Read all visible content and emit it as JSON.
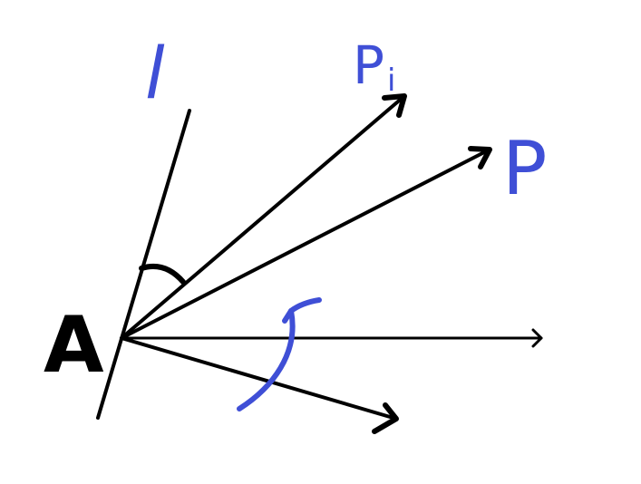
{
  "labels": {
    "line": "l",
    "point": "A",
    "ray_pi_main": "P",
    "ray_pi_sub": "i",
    "ray_p": "P"
  },
  "colors": {
    "ink": "#000000",
    "annotation": "#3f4fd6"
  },
  "icons": {
    "rotation": "curved-arrow-icon",
    "angle": "angle-arc-icon"
  }
}
